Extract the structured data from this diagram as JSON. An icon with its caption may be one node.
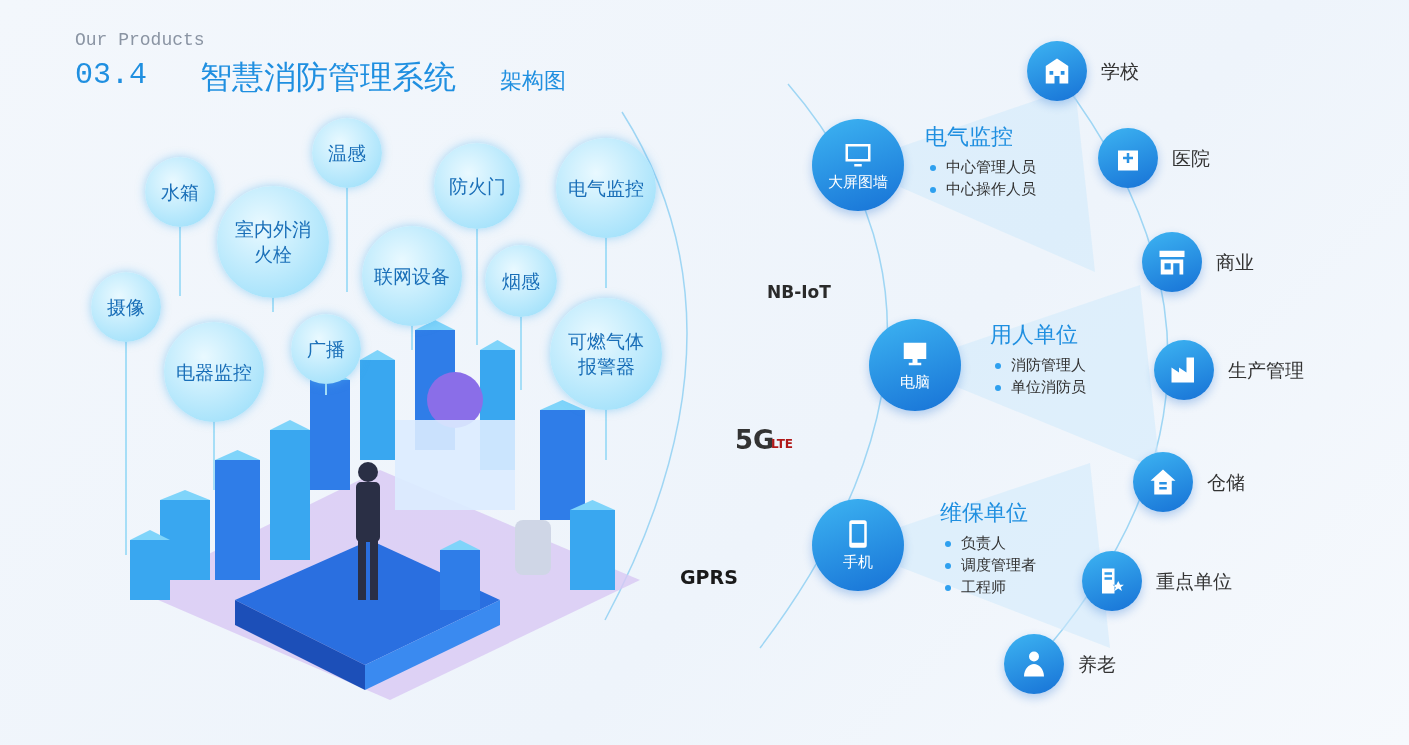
{
  "diagram": {
    "title": "智慧消防管理系统",
    "nodes": [
      {
        "text": [
          "温感"
        ]
      },
      {
        "text": [
          "水箱"
        ]
      },
      {
        "text": [
          "室内外消火栓"
        ]
      },
      {
        "text": [
          "防火门"
        ]
      },
      {
        "text": [
          "电气监控"
        ]
      },
      {
        "text": [
          "摄像"
        ]
      },
      {
        "text": [
          "联网设备"
        ]
      },
      {
        "text": [
          "烟感"
        ]
      },
      {
        "text": [
          "广播"
        ]
      },
      {
        "text": [
          "电器监控"
        ]
      },
      {
        "text": [
          "可燃气体报警器"
        ]
      },
      {
        "text": [
          "大屏图墙"
        ],
        "beside": [
          "电气监控",
          "中心管理人员",
          "中心操作人员"
        ]
      },
      {
        "text": [
          "电脑"
        ],
        "beside": [
          "用人单位",
          "消防管理人",
          "单位消防员"
        ]
      },
      {
        "text": [
          "手机"
        ],
        "beside": [
          "维保单位",
          "负责人",
          "调度管理者",
          "工程师"
        ]
      },
      {
        "text": [],
        "shape": "circle",
        "beside": [
          "学校"
        ]
      },
      {
        "text": [],
        "shape": "circle",
        "beside": [
          "医院"
        ]
      },
      {
        "text": [],
        "shape": "circle",
        "beside": [
          "商业"
        ]
      },
      {
        "text": [],
        "shape": "circle",
        "beside": [
          "生产管理"
        ]
      },
      {
        "text": [],
        "shape": "circle",
        "beside": [
          "仓储"
        ]
      },
      {
        "text": [],
        "shape": "circle",
        "beside": [
          "重点单位"
        ]
      },
      {
        "text": [],
        "shape": "circle",
        "beside": [
          "养老"
        ]
      }
    ],
    "labels": [
      "Our Products",
      "03.4",
      "架构图",
      "NB-IoT",
      "5G",
      "LTE",
      "GPRS"
    ]
  }
}
